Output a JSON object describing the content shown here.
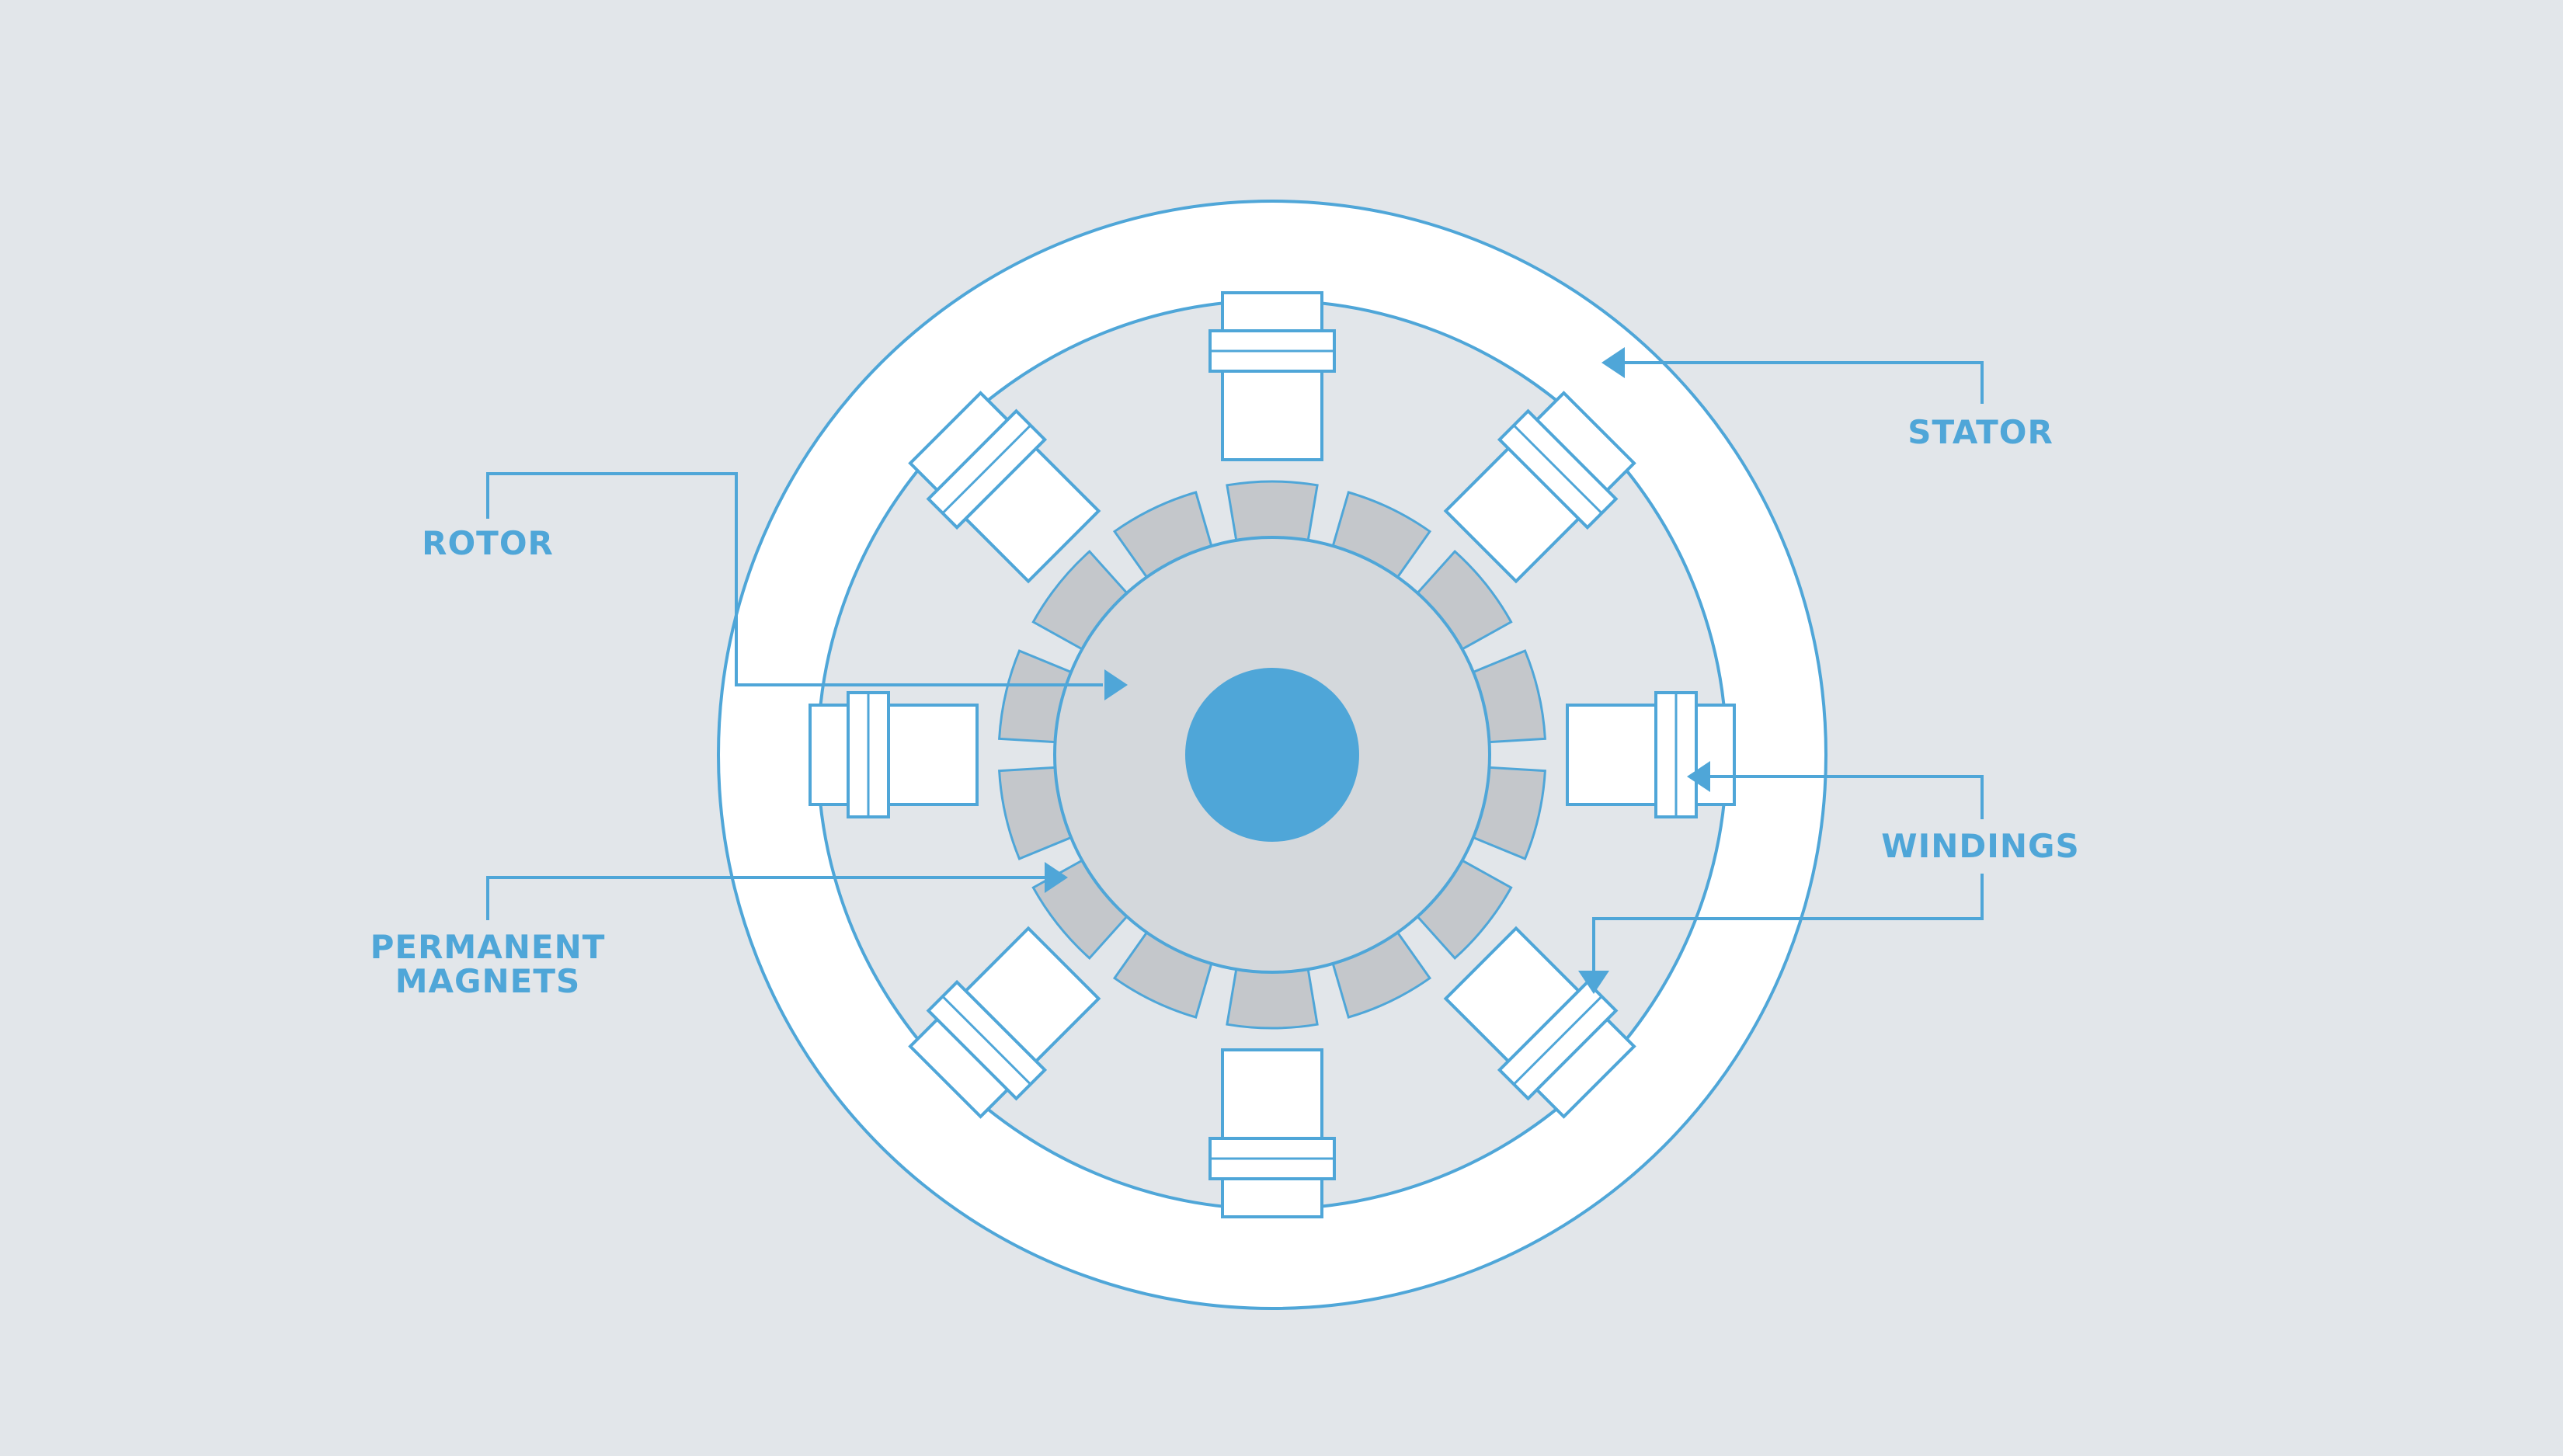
{
  "labels": {
    "stator": "STATOR",
    "rotor": "ROTOR",
    "windings": "WINDINGS",
    "permanent_magnets_line1": "PERMANENT",
    "permanent_magnets_line2": "MAGNETS"
  },
  "colors": {
    "background": "#e2e6ea",
    "outline": "#4fa6d8",
    "stator_fill": "#ffffff",
    "gap_fill": "#e2e6ea",
    "rotor_fill": "#d4d8dc",
    "magnet_fill": "#c4c7cb",
    "shaft_fill": "#4fa6d8",
    "label_text": "#4fa6d8"
  },
  "diagram": {
    "stator_pole_count": 8,
    "permanent_magnet_count": 14
  }
}
